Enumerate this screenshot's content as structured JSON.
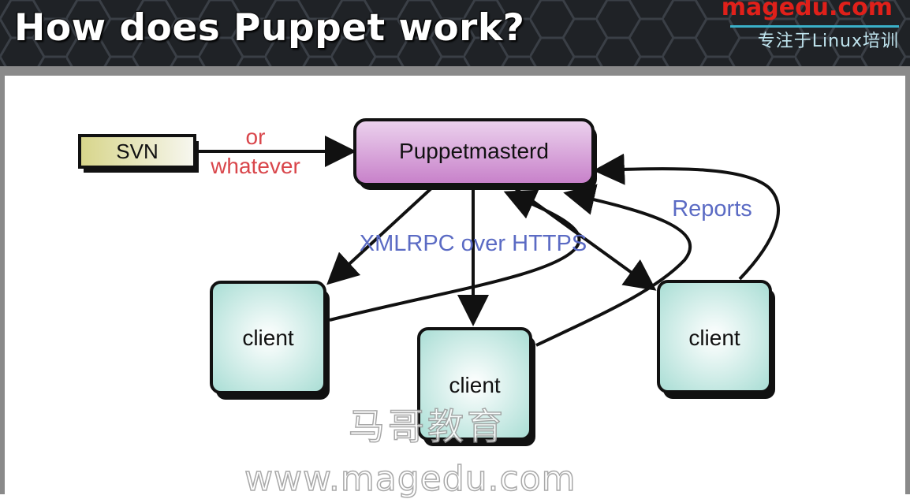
{
  "slide": {
    "title": "How does Puppet work?",
    "brand": {
      "name": "magedu.com",
      "tagline": "专注于Linux培训"
    },
    "watermark": {
      "cn": "马哥教育",
      "url": "www.magedu.com"
    }
  },
  "diagram": {
    "nodes": {
      "svn": "SVN",
      "master": "Puppetmasterd",
      "client_left": "client",
      "client_center": "client",
      "client_right": "client"
    },
    "labels": {
      "or": "or",
      "whatever": "whatever",
      "xmlrpc": "XMLRPC over HTTPS",
      "reports": "Reports"
    },
    "colors": {
      "svn_fill": "#d7d58a",
      "master_fill": "#c77fc9",
      "client_fill": "#bfe8e1",
      "red_text": "#d9464b",
      "blue_text": "#5b6bc4"
    }
  }
}
